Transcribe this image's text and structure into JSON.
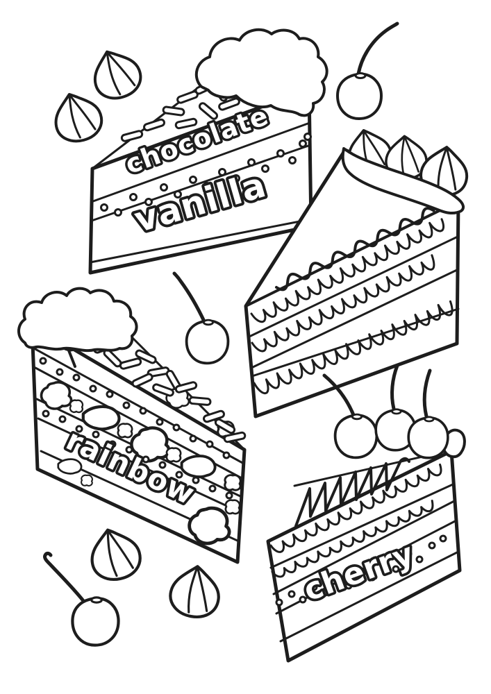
{
  "page": {
    "background_color": "#ffffff",
    "line_color": "#1d1d1d",
    "kind": "cake slices coloring page"
  },
  "cake_labels": {
    "chocolate": "chocolate",
    "vanilla": "vanilla",
    "rainbow": "rainbow",
    "cherry": "cherry"
  }
}
